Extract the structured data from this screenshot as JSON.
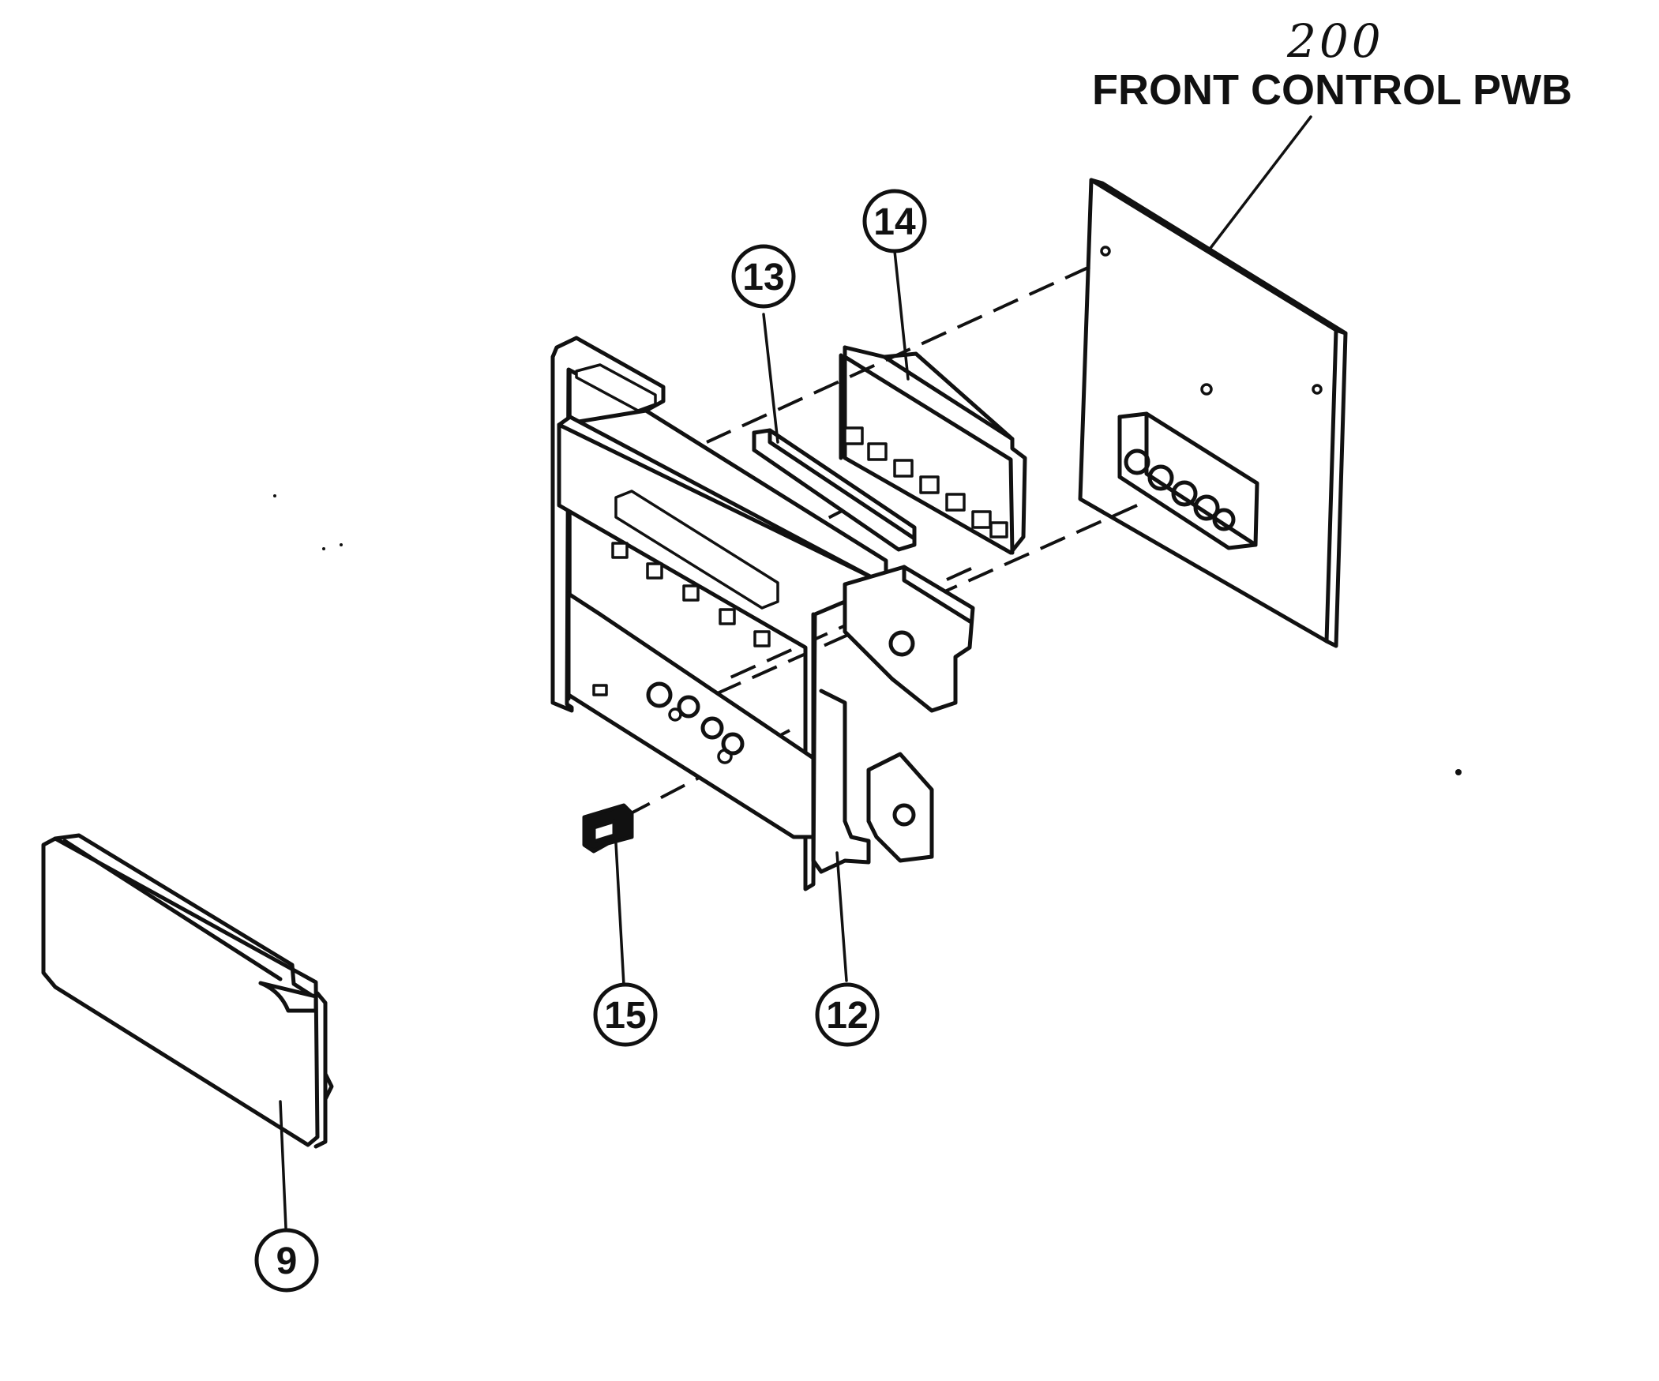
{
  "diagram": {
    "assembly_number": "200",
    "assembly_title": "FRONT CONTROL PWB",
    "callouts": [
      "14",
      "13",
      "12",
      "15",
      "9"
    ]
  }
}
